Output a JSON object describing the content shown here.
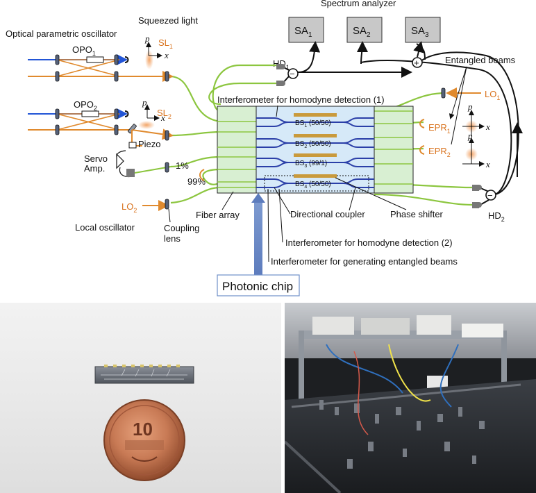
{
  "labels": {
    "spectrum_analyzer": "Spectrum analyzer",
    "sa1": "SA",
    "sa1_sub": "1",
    "sa2": "SA",
    "sa2_sub": "2",
    "sa3": "SA",
    "sa3_sub": "3",
    "opo_title": "Optical parametric oscillator",
    "opo1": "OPO",
    "opo1_sub": "1",
    "opo2": "OPO",
    "opo2_sub": "2",
    "squeezed_light": "Squeezed light",
    "sl1": "SL",
    "sl1_sub": "1",
    "sl2": "SL",
    "sl2_sub": "2",
    "p": "p",
    "x": "x",
    "hd1": "HD",
    "hd1_sub": "1",
    "hd2": "HD",
    "hd2_sub": "2",
    "entangled_beams": "Entangled beams",
    "lo1": "LO",
    "lo1_sub": "1",
    "lo2": "LO",
    "lo2_sub": "2",
    "epr1": "EPR",
    "epr1_sub": "1",
    "epr2": "EPR",
    "epr2_sub": "2",
    "interf1": "Interferometer for homodyne detection (1)",
    "interf2": "Interferometer for homodyne detection (2)",
    "interf_ent": "Interferometer for generating entangled beams",
    "bs1": "BS",
    "bs1_sub": "1",
    "bs1_ratio": " (50/50)",
    "bs2": "BS",
    "bs2_sub": "2",
    "bs2_ratio": " (50/50)",
    "bs3": "BS",
    "bs3_sub": "3",
    "bs3_ratio": " (99/1)",
    "bs4": "BS",
    "bs4_sub": "4",
    "bs4_ratio": " (50/50)",
    "piezo": "Piezo",
    "servo1": "Servo",
    "servo2": "Amp.",
    "pct1": "1%",
    "pct99": "99%",
    "fiber_array": "Fiber array",
    "directional_coupler": "Directional coupler",
    "phase_shifter": "Phase shifter",
    "local_oscillator": "Local oscillator",
    "coupling1": "Coupling",
    "coupling2": "lens",
    "photonic_chip": "Photonic chip",
    "minus": "−",
    "plus": "+",
    "coin_numeral": "10"
  },
  "colors": {
    "orange": "#e08a2e",
    "fiber_green": "#8cc63f",
    "waveguide_blue": "#2b3fa8",
    "blue_beam": "#2255d6",
    "chip_fill": "#d6e9f8",
    "array_fill": "#d8efd2",
    "sa_box": "#c8c8c8",
    "phase_gold": "#c99a3c",
    "arrow_blue": "#6f8fc8"
  }
}
